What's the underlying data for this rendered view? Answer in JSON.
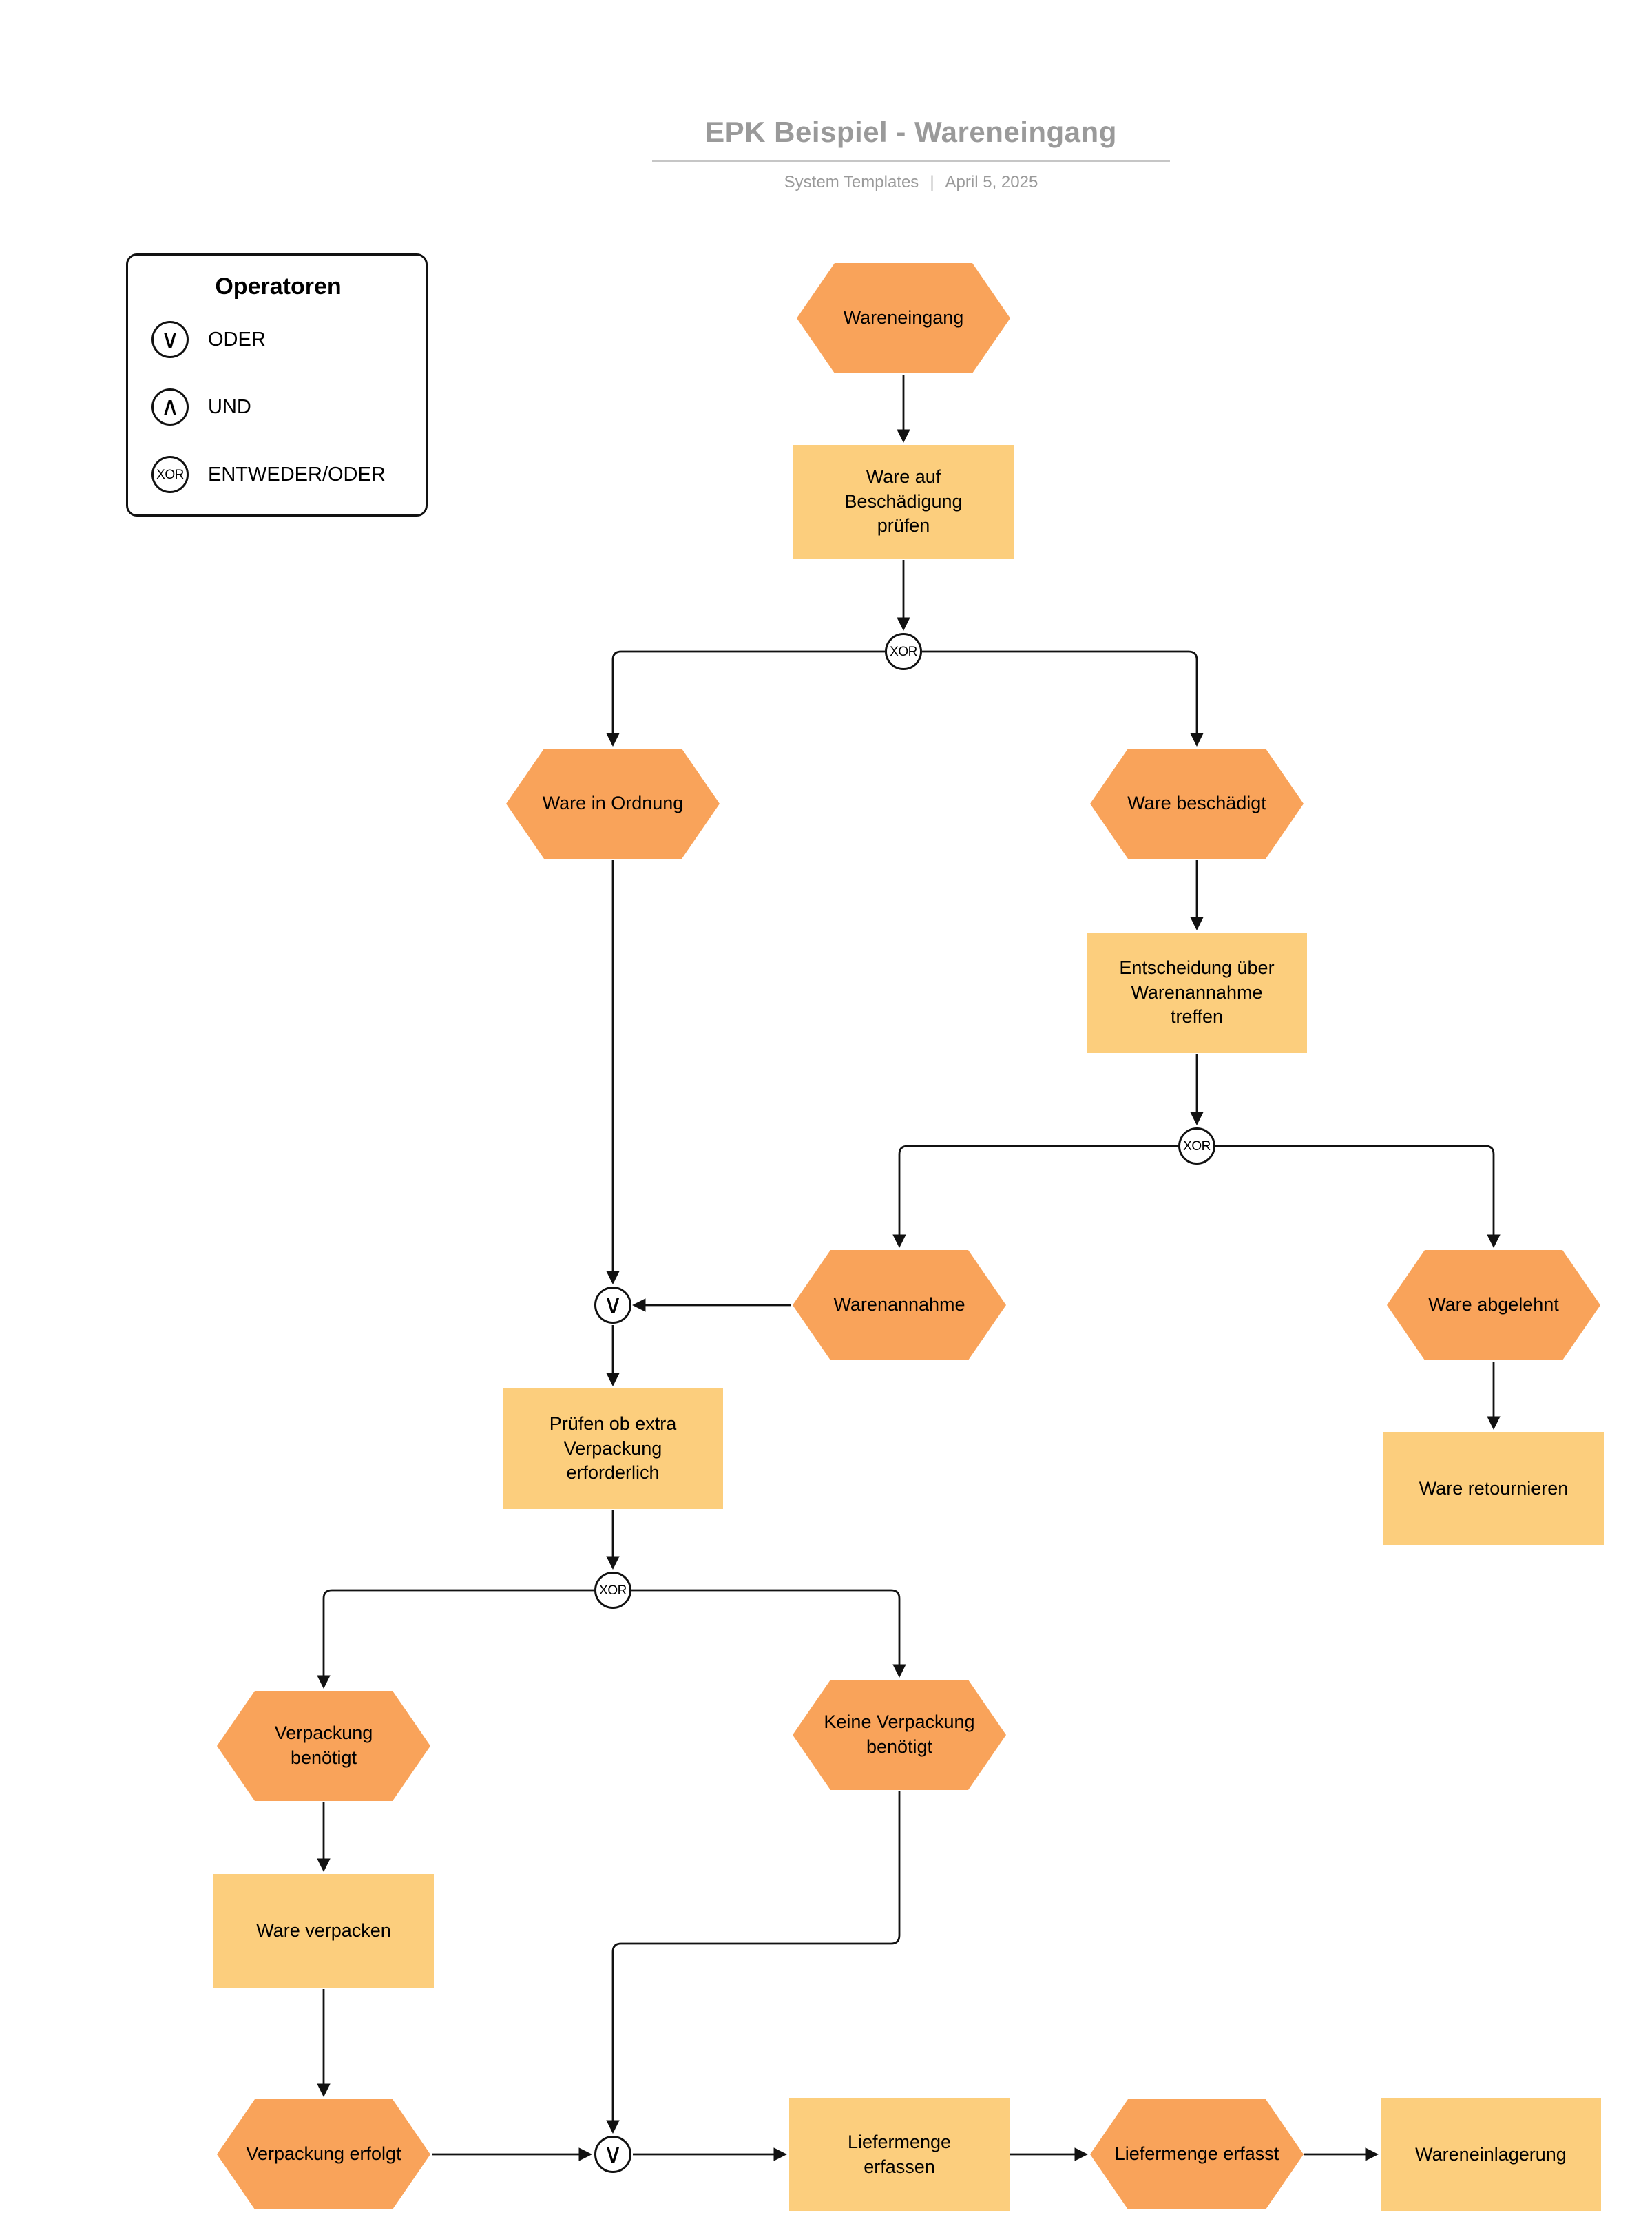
{
  "header": {
    "title": "EPK Beispiel - Wareneingang",
    "subtitle": {
      "left": "System Templates",
      "separator": "|",
      "right": "April 5, 2025"
    }
  },
  "legend": {
    "title": "Operatoren",
    "items": [
      {
        "symbol": "∨",
        "label": "ODER"
      },
      {
        "symbol": "∧",
        "label": "UND"
      },
      {
        "symbol": "XOR",
        "label": "ENTWEDER/ODER"
      }
    ]
  },
  "operators": {
    "or": "∨",
    "xor": "XOR"
  },
  "nodes": {
    "wareneingang": "Wareneingang",
    "ware_auf_beschaedigung_pruefen": "Ware auf\nBeschädigung\nprüfen",
    "ware_in_ordnung": "Ware in Ordnung",
    "ware_beschaedigt": "Ware beschädigt",
    "entscheidung_warenannahme": "Entscheidung über\nWarenannahme\ntreffen",
    "warenannahme": "Warenannahme",
    "ware_abgelehnt": "Ware abgelehnt",
    "ware_retournieren": "Ware retournieren",
    "pruefen_extra_verpackung": "Prüfen ob extra\nVerpackung\nerforderlich",
    "verpackung_benoetigt": "Verpackung\nbenötigt",
    "keine_verpackung_benoetigt": "Keine Verpackung\nbenötigt",
    "ware_verpacken": "Ware verpacken",
    "verpackung_erfolgt": "Verpackung erfolgt",
    "liefermenge_erfassen": "Liefermenge\nerfassen",
    "liefermenge_erfasst": "Liefermenge erfasst",
    "wareneinlagerung": "Wareneinlagerung"
  },
  "colors": {
    "event_fill": "#F9A35A",
    "function_fill": "#FCCE7D",
    "connector_line": "#111111"
  }
}
